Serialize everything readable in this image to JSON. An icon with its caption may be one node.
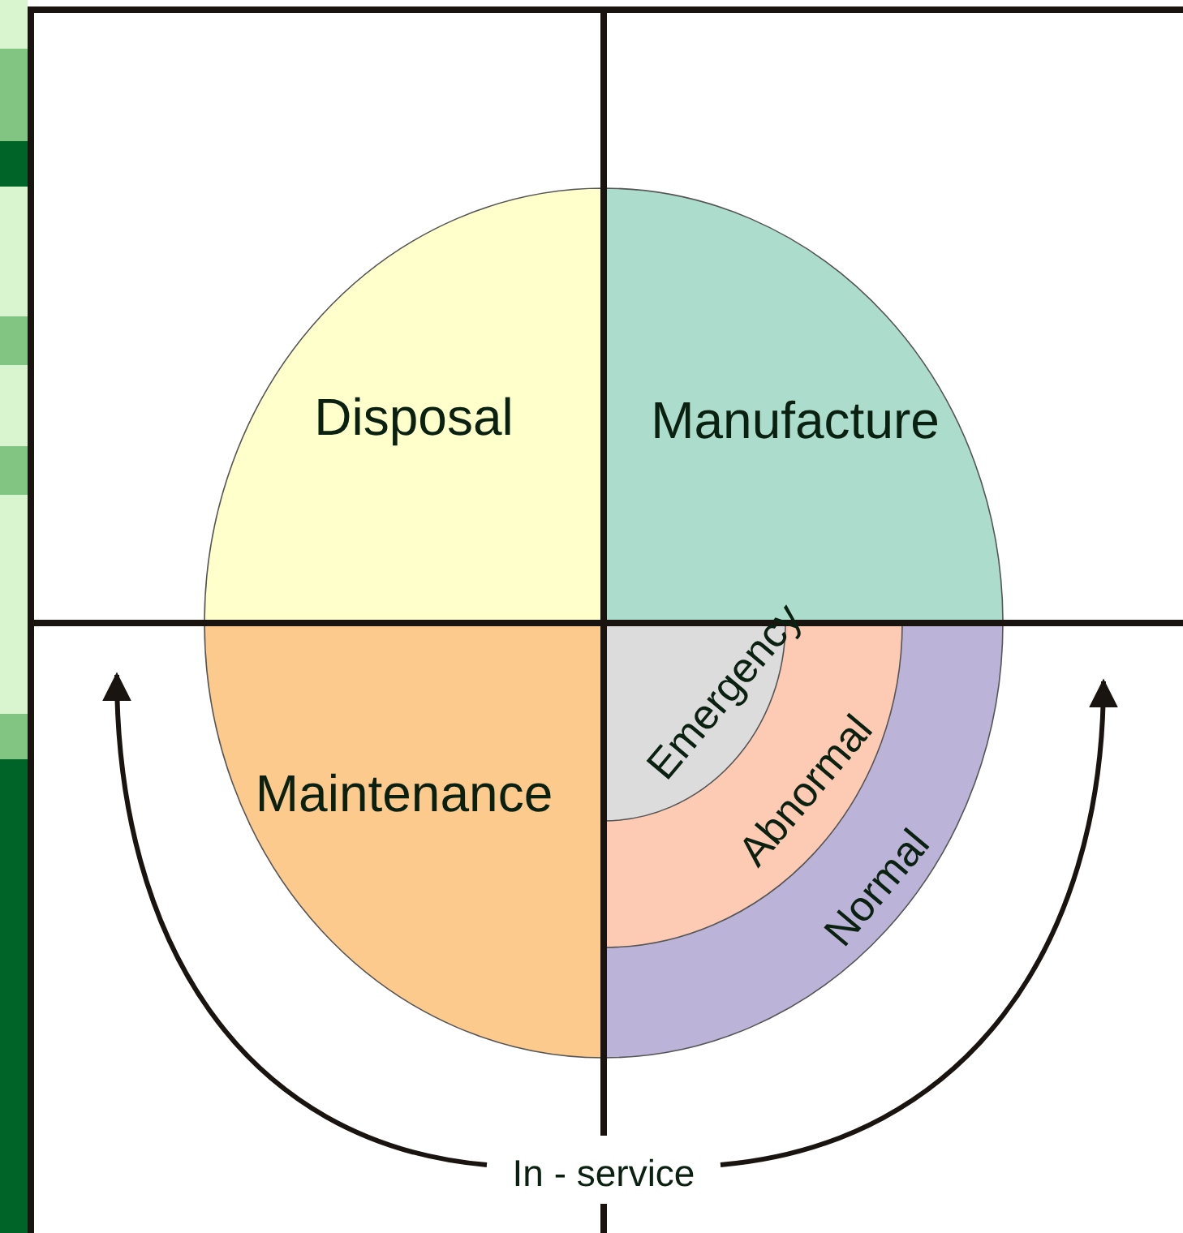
{
  "diagram": {
    "nodes": [
      {
        "text": [
          "Disposal"
        ]
      },
      {
        "text": [
          "Manufacture"
        ]
      },
      {
        "text": [
          "Maintenance"
        ]
      },
      {
        "text": [
          "Normal"
        ]
      },
      {
        "text": [
          "Abnormal"
        ],
        "in": 3
      },
      {
        "text": [
          "Emergency"
        ],
        "in": 4
      },
      {
        "text": [
          "In - service"
        ]
      }
    ],
    "edges": [
      {
        "from": 6,
        "to": null,
        "arrow": "to"
      },
      {
        "from": 6,
        "to": null,
        "arrow": "to"
      }
    ]
  }
}
